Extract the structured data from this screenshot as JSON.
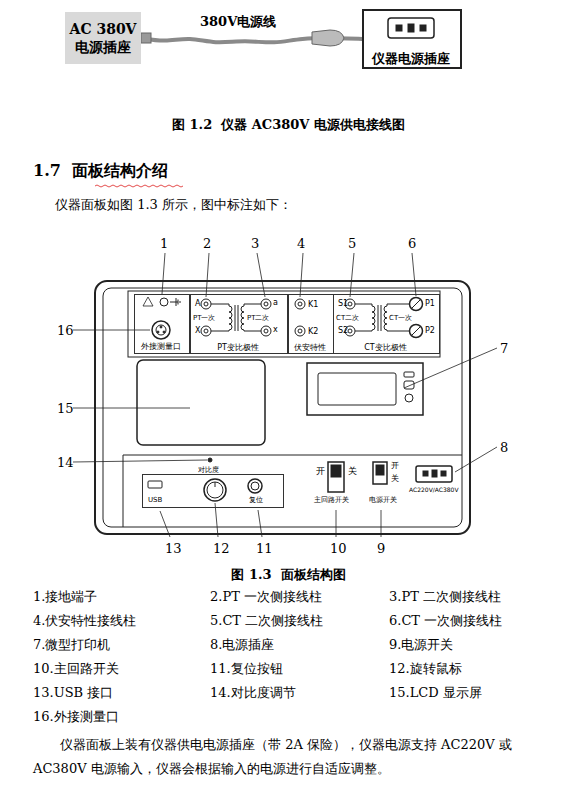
{
  "diagram": {
    "title": "1.7  面板结构介绍",
    "caption": "图 1.3  面板结构图",
    "nodes": [
      {
        "text": [
          "AC 380V 电源插座"
        ]
      },
      {
        "text": [
          "仪器电源插座"
        ]
      },
      {
        "text": [
          "外接测量口"
        ]
      },
      {
        "text": [
          "A",
          "X",
          "PT一次",
          "PT二次",
          "a",
          "x",
          "PT变比极性"
        ]
      },
      {
        "text": [
          "K1",
          "K2",
          "伏安特性"
        ]
      },
      {
        "text": [
          "S1",
          "S2",
          "CT二次",
          "CT一次",
          "P1",
          "P2",
          "CT变比极性"
        ]
      },
      {
        "text": [
          "USB",
          "复位"
        ]
      }
    ],
    "edges": [
      {
        "from": 0,
        "to": 1,
        "arrow": "none",
        "label": "380V电源线"
      }
    ],
    "labels": [
      "图 1.2  仪器 AC380V 电源供电接线图",
      "仪器面板如图 1.3 所示，图中标注如下：",
      "1",
      "2",
      "3",
      "4",
      "5",
      "6",
      "7",
      "8",
      "9",
      "10",
      "11",
      "12",
      "13",
      "14",
      "15",
      "16",
      "对比度",
      "开",
      "关",
      "主回路开关",
      "开",
      "关",
      "电源开关",
      "AC220V/AC380V",
      "1.接地端子",
      "2.PT 一次侧接线柱",
      "3.PT 二次侧接线柱",
      "4.伏安特性接线柱",
      "5.CT 二次侧接线柱",
      "6.CT 一次侧接线柱",
      "7.微型打印机",
      "8.电源插座",
      "9.电源开关",
      "10.主回路开关",
      "11.复位按钮",
      "12.旋转鼠标",
      "13.USB 接口",
      "14.对比度调节",
      "15.LCD 显示屏",
      "16.外接测量口",
      "仪器面板上装有仪器供电电源插座（带 2A 保险），仪器电源支持 AC220V 或 AC380V 电源输入，仪器会根据输入的电源进行自适应调整。"
    ]
  }
}
